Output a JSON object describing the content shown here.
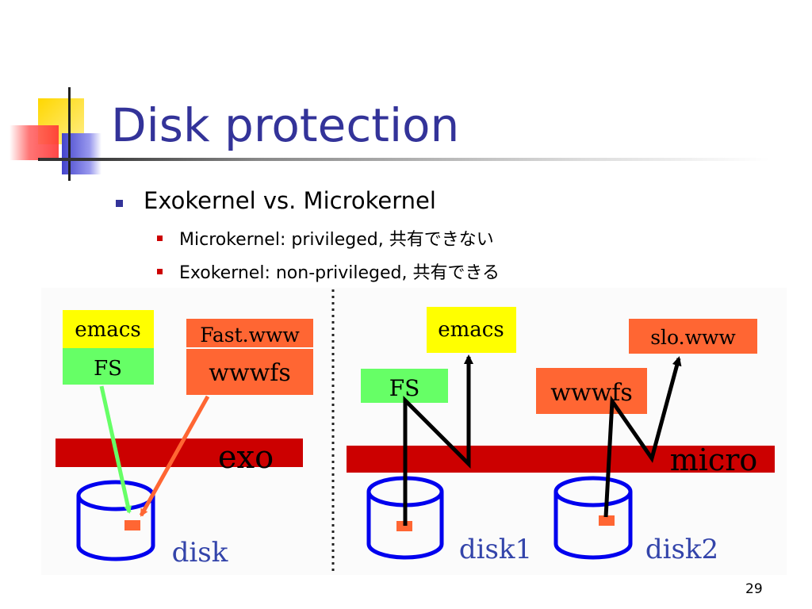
{
  "slide": {
    "title": "Disk protection",
    "page_number": "29"
  },
  "bullets": {
    "level1": "Exokernel vs. Microkernel",
    "microkernel": "Microkernel: privileged, 共有できない",
    "exokernel": "Exokernel: non-privileged, 共有できる"
  },
  "figure": {
    "exo": {
      "emacs": "emacs",
      "fs": "FS",
      "fast_www": "Fast.www",
      "wwwfs": "wwwfs",
      "layer": "exo",
      "disk": "disk"
    },
    "micro": {
      "emacs": "emacs",
      "fs": "FS",
      "slo_www": "slo.www",
      "wwwfs": "wwwfs",
      "layer": "micro",
      "disk1": "disk1",
      "disk2": "disk2"
    },
    "colors": {
      "yellow": "#ffff00",
      "green": "#66ff66",
      "orange": "#ff6633",
      "layer_red": "#cc0000",
      "disk_blue": "#0000ee",
      "block": "#ff6633",
      "title_blue": "#333399"
    }
  }
}
